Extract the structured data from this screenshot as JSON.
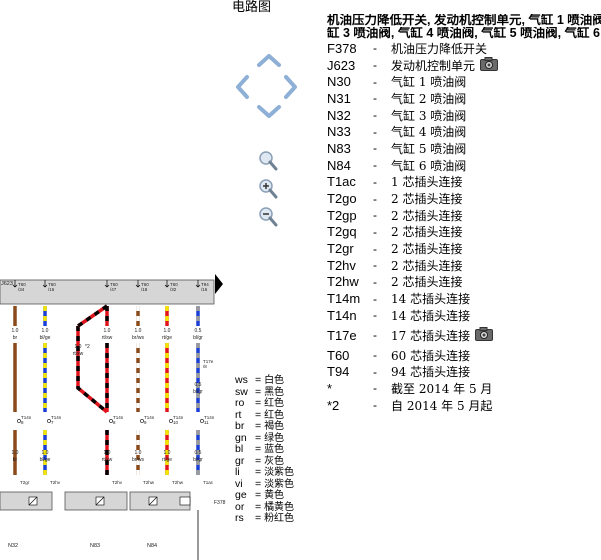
{
  "title": "电路图",
  "nav": {
    "up_icon": "chevron-up",
    "left_icon": "chevron-left",
    "right_icon": "chevron-right",
    "down_icon": "chevron-down",
    "zoom_icon": "magnifier",
    "zoom_in_icon": "magnifier-plus",
    "zoom_out_icon": "magnifier-minus"
  },
  "heading": {
    "line1": "机油压力降低开关, 发动机控制单元, 气缸 1 喷油阀, 气缸 2 喷油阀,",
    "line2": "缸 3 喷油阀, 气缸 4 喷油阀, 气缸 5 喷油阀, 气缸 6 喷油阀"
  },
  "legend": [
    {
      "code": "F378",
      "desc": "机油压力降低开关",
      "sans": false,
      "camera": false
    },
    {
      "code": "J623",
      "desc": "发动机控制单元",
      "sans": false,
      "camera": true
    },
    {
      "code": "N30",
      "desc": "气缸 1 喷油阀",
      "sans": false,
      "camera": false
    },
    {
      "code": "N31",
      "desc": "气缸 2 喷油阀",
      "sans": false,
      "camera": false
    },
    {
      "code": "N32",
      "desc": "气缸 3 喷油阀",
      "sans": false,
      "camera": false
    },
    {
      "code": "N33",
      "desc": "气缸 4 喷油阀",
      "sans": false,
      "camera": false
    },
    {
      "code": "N83",
      "desc": "气缸 5 喷油阀",
      "sans": false,
      "camera": false
    },
    {
      "code": "N84",
      "desc": "气缸 6 喷油阀",
      "sans": false,
      "camera": false
    },
    {
      "code": "T1ac",
      "desc": "1 芯插头连接",
      "sans": false,
      "camera": false
    },
    {
      "code": "T2go",
      "desc": "2 芯插头连接",
      "sans": false,
      "camera": false
    },
    {
      "code": "T2gp",
      "desc": "2 芯插头连接",
      "sans": false,
      "camera": false
    },
    {
      "code": "T2gq",
      "desc": "2 芯插头连接",
      "sans": false,
      "camera": false
    },
    {
      "code": "T2gr",
      "desc": "2 芯插头连接",
      "sans": false,
      "camera": false
    },
    {
      "code": "T2hv",
      "desc": "2 芯插头连接",
      "sans": false,
      "camera": false
    },
    {
      "code": "T2hw",
      "desc": "2 芯插头连接",
      "sans": false,
      "camera": false
    },
    {
      "code": "T14m",
      "desc": "14 芯插头连接",
      "sans": false,
      "camera": false
    },
    {
      "code": "T14n",
      "desc": "14 芯插头连接",
      "sans": false,
      "camera": false
    },
    {
      "code": "T17e",
      "desc": "17 芯插头连接",
      "sans": false,
      "camera": true
    },
    {
      "code": "T60",
      "desc": "60 芯插头连接",
      "sans": false,
      "camera": false
    },
    {
      "code": "T94",
      "desc": "94 芯插头连接",
      "sans": false,
      "camera": false
    },
    {
      "code": "*",
      "desc": "截至 2014 年 5 月",
      "sans": false,
      "camera": false
    },
    {
      "code": "*2",
      "desc": "自 2014 年 5 月起",
      "sans": false,
      "camera": false
    }
  ],
  "colors": [
    {
      "code": "ws",
      "desc": "白色"
    },
    {
      "code": "sw",
      "desc": "黑色"
    },
    {
      "code": "ro",
      "desc": "红色"
    },
    {
      "code": "rt",
      "desc": "红色"
    },
    {
      "code": "br",
      "desc": "褐色"
    },
    {
      "code": "gn",
      "desc": "绿色"
    },
    {
      "code": "bl",
      "desc": "蓝色"
    },
    {
      "code": "gr",
      "desc": "灰色"
    },
    {
      "code": "li",
      "desc": "淡紫色"
    },
    {
      "code": "vi",
      "desc": "淡紫色"
    },
    {
      "code": "ge",
      "desc": "黄色"
    },
    {
      "code": "or",
      "desc": "橘黄色"
    },
    {
      "code": "rs",
      "desc": "粉红色"
    }
  ],
  "diagram": {
    "ecu_label": "J623",
    "wires": [
      {
        "pin_a": "T60",
        "pin_b": "/34",
        "size": "1.0",
        "color_name": "br",
        "colors": [
          "#8a4a1c"
        ],
        "conn_mid": "T14n",
        "conn_mid_pin": "8",
        "size2": "1.0",
        "color_name2": "br",
        "conn_bot": "T2gr"
      },
      {
        "pin_a": "T60",
        "pin_b": "/16",
        "size": "1.0",
        "color_name": "bl/ge",
        "colors": [
          "#1a3fd6",
          "#f2e600"
        ],
        "conn_mid": "T14n",
        "conn_mid_pin": "7",
        "size2": "1.0",
        "color_name2": "bl/ge",
        "conn_bot": "T2hv"
      },
      {
        "pin_a": "T60",
        "pin_b": "/47",
        "size": "1.0",
        "color_name": "rt/sw",
        "colors": [
          "#e0141c",
          "#000000"
        ],
        "conn_mid": "T14n",
        "conn_mid_pin": "8",
        "size2": "1.0",
        "color_name2": "rt/sw",
        "conn_bot": "T2hv"
      },
      {
        "pin_a": "T60",
        "pin_b": "/18",
        "size": "1.0",
        "color_name": "br/ws",
        "colors": [
          "#8a4a1c",
          "#ffffff"
        ],
        "conn_mid": "T14n",
        "conn_mid_pin": "9",
        "size2": "1.0",
        "color_name2": "br/ws",
        "conn_bot": "T2hw"
      },
      {
        "pin_a": "T60",
        "pin_b": "/32",
        "size": "1.0",
        "color_name": "rt/ge",
        "colors": [
          "#e0141c",
          "#f2e600"
        ],
        "conn_mid": "T14n",
        "conn_mid_pin": "10",
        "size2": "1.0",
        "color_name2": "rt/ge",
        "conn_bot": "T2hw"
      },
      {
        "pin_a": "T94",
        "pin_b": "/16",
        "size": "0.5",
        "color_name": "bl/gr",
        "colors": [
          "#1a3fd6",
          "#9a9a9a"
        ],
        "conn_mid": "T14n",
        "conn_mid_pin": "11",
        "size2": "0.5",
        "color_name2": "bl/gr",
        "conn_bot": "T1ac"
      }
    ],
    "extra": {
      "size": "1.0",
      "note": "*2",
      "color_name": "rt/sw",
      "t17": "T17e",
      "t17_pin": "/8",
      "t17_size": "0.5",
      "t17_color": "bl/gr",
      "ref_f378": "F378"
    },
    "bottom_labels": [
      "N32",
      "N83",
      "N84"
    ]
  }
}
